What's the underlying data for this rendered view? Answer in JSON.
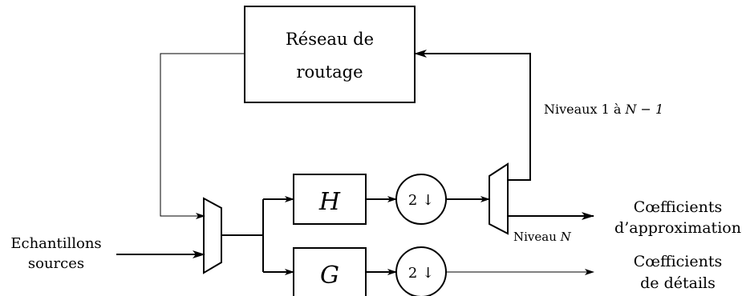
{
  "diagram": {
    "routing_block": {
      "line1": "Réseau de",
      "line2": "routage"
    },
    "filter_h": "H",
    "filter_g": "G",
    "downsample_h": "2 ↓",
    "downsample_g": "2 ↓",
    "feedback_label": {
      "text": "Niveaux 1 à ",
      "math": "N − 1"
    },
    "level_label": {
      "text": "Niveau ",
      "math": "N"
    },
    "input_label": {
      "line1": "Echantillons",
      "line2": "sources"
    },
    "approx_output": {
      "line1": "Cœfficients",
      "line2": "d’approximation"
    },
    "detail_output": {
      "line1": "Cœfficients",
      "line2": "de détails"
    }
  }
}
